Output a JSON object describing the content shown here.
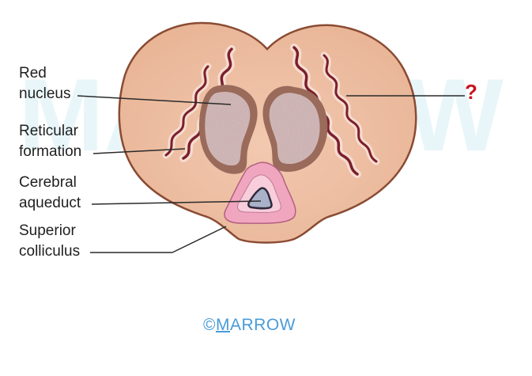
{
  "labels": {
    "red_nucleus_line1": "Red",
    "red_nucleus_line2": "nucleus",
    "reticular_line1": "Reticular",
    "reticular_line2": "formation",
    "aqueduct_line1": "Cerebral",
    "aqueduct_line2": "aqueduct",
    "colliculus_line1": "Superior",
    "colliculus_line2": "colliculus",
    "unknown_marker": "?"
  },
  "watermark": "MARROW",
  "credit": {
    "symbol": "©",
    "first_letter": "M",
    "rest": "ARROW"
  },
  "colors": {
    "tissue": "#efc1a6",
    "tissue_outline": "#8a4b33",
    "nucleus_fill": "#d4b8b8",
    "nucleus_rim": "#9a6a5a",
    "aqueduct_pink": "#f1a6c0",
    "aqueduct_lumen": "#a9b2c8",
    "tract": "#7a1f2b",
    "question": "#c8141e",
    "credit": "#4a9bd8"
  }
}
